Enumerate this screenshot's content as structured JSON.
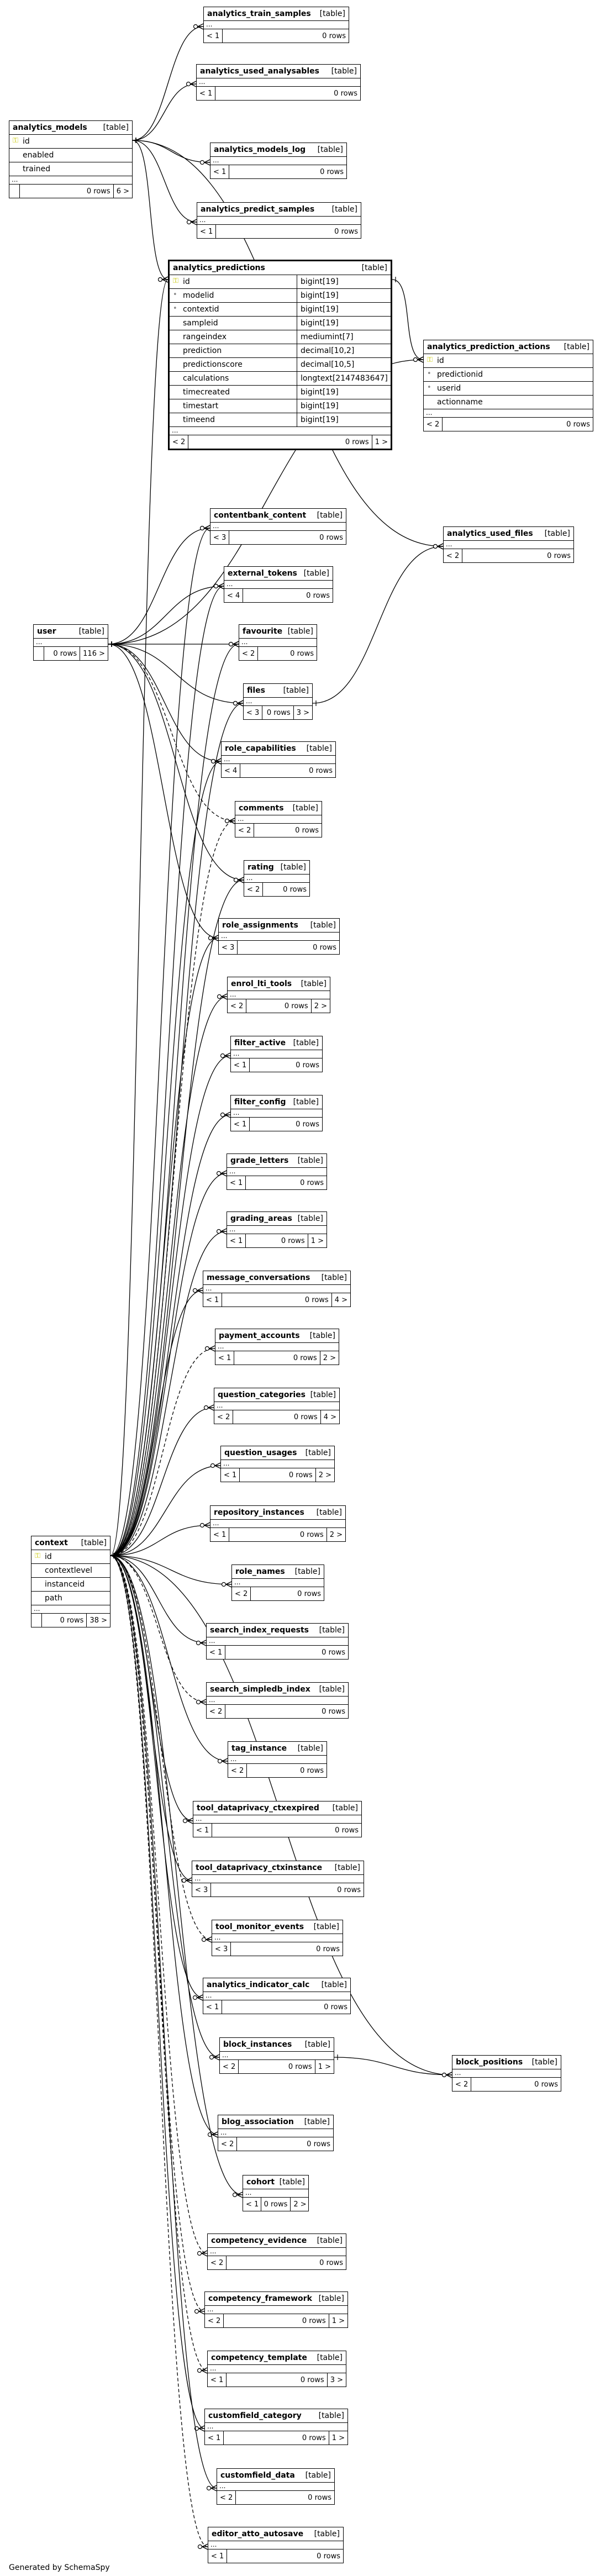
{
  "footer": "Generated by SchemaSpy",
  "tables": [
    {
      "id": "analytics_train_samples",
      "name": "analytics_train_samples",
      "tag": "[table]",
      "rows_label": "0 rows",
      "parents": "< 1",
      "children": ""
    },
    {
      "id": "analytics_used_analysables",
      "name": "analytics_used_analysables",
      "tag": "[table]",
      "rows_label": "0 rows",
      "parents": "< 1",
      "children": ""
    },
    {
      "id": "analytics_models",
      "name": "analytics_models",
      "tag": "[table]",
      "rows_label": "0 rows",
      "parents": "",
      "children": "6 >",
      "columns": [
        {
          "name": "id",
          "key": "pk"
        },
        {
          "name": "enabled"
        },
        {
          "name": "trained"
        }
      ]
    },
    {
      "id": "analytics_models_log",
      "name": "analytics_models_log",
      "tag": "[table]",
      "rows_label": "0 rows",
      "parents": "< 1",
      "children": ""
    },
    {
      "id": "analytics_predict_samples",
      "name": "analytics_predict_samples",
      "tag": "[table]",
      "rows_label": "0 rows",
      "parents": "< 1",
      "children": ""
    },
    {
      "id": "analytics_predictions",
      "name": "analytics_predictions",
      "tag": "[table]",
      "rows_label": "0 rows",
      "parents": "< 2",
      "children": "1 >",
      "focus": true,
      "columns": [
        {
          "name": "id",
          "type": "bigint[19]",
          "key": "pk"
        },
        {
          "name": "modelid",
          "type": "bigint[19]",
          "key": "fk"
        },
        {
          "name": "contextid",
          "type": "bigint[19]",
          "key": "fk"
        },
        {
          "name": "sampleid",
          "type": "bigint[19]"
        },
        {
          "name": "rangeindex",
          "type": "mediumint[7]"
        },
        {
          "name": "prediction",
          "type": "decimal[10,2]"
        },
        {
          "name": "predictionscore",
          "type": "decimal[10,5]"
        },
        {
          "name": "calculations",
          "type": "longtext[2147483647]"
        },
        {
          "name": "timecreated",
          "type": "bigint[19]"
        },
        {
          "name": "timestart",
          "type": "bigint[19]"
        },
        {
          "name": "timeend",
          "type": "bigint[19]"
        }
      ]
    },
    {
      "id": "analytics_prediction_actions",
      "name": "analytics_prediction_actions",
      "tag": "[table]",
      "rows_label": "0 rows",
      "parents": "< 2",
      "children": "",
      "columns": [
        {
          "name": "id",
          "key": "pk"
        },
        {
          "name": "predictionid",
          "key": "fk"
        },
        {
          "name": "userid",
          "key": "fk"
        },
        {
          "name": "actionname"
        }
      ]
    },
    {
      "id": "analytics_used_files",
      "name": "analytics_used_files",
      "tag": "[table]",
      "rows_label": "0 rows",
      "parents": "< 2",
      "children": ""
    },
    {
      "id": "contentbank_content",
      "name": "contentbank_content",
      "tag": "[table]",
      "rows_label": "0 rows",
      "parents": "< 3",
      "children": ""
    },
    {
      "id": "external_tokens",
      "name": "external_tokens",
      "tag": "[table]",
      "rows_label": "0 rows",
      "parents": "< 4",
      "children": ""
    },
    {
      "id": "user",
      "name": "user",
      "tag": "[table]",
      "rows_label": "0 rows",
      "parents": "",
      "children": "116 >"
    },
    {
      "id": "favourite",
      "name": "favourite",
      "tag": "[table]",
      "rows_label": "0 rows",
      "parents": "< 2",
      "children": ""
    },
    {
      "id": "files",
      "name": "files",
      "tag": "[table]",
      "rows_label": "0 rows",
      "parents": "< 3",
      "children": "3 >"
    },
    {
      "id": "role_capabilities",
      "name": "role_capabilities",
      "tag": "[table]",
      "rows_label": "0 rows",
      "parents": "< 4",
      "children": ""
    },
    {
      "id": "comments",
      "name": "comments",
      "tag": "[table]",
      "rows_label": "0 rows",
      "parents": "< 2",
      "children": ""
    },
    {
      "id": "rating",
      "name": "rating",
      "tag": "[table]",
      "rows_label": "0 rows",
      "parents": "< 2",
      "children": ""
    },
    {
      "id": "role_assignments",
      "name": "role_assignments",
      "tag": "[table]",
      "rows_label": "0 rows",
      "parents": "< 3",
      "children": ""
    },
    {
      "id": "enrol_lti_tools",
      "name": "enrol_lti_tools",
      "tag": "[table]",
      "rows_label": "0 rows",
      "parents": "< 2",
      "children": "2 >"
    },
    {
      "id": "filter_active",
      "name": "filter_active",
      "tag": "[table]",
      "rows_label": "0 rows",
      "parents": "< 1",
      "children": ""
    },
    {
      "id": "filter_config",
      "name": "filter_config",
      "tag": "[table]",
      "rows_label": "0 rows",
      "parents": "< 1",
      "children": ""
    },
    {
      "id": "grade_letters",
      "name": "grade_letters",
      "tag": "[table]",
      "rows_label": "0 rows",
      "parents": "< 1",
      "children": ""
    },
    {
      "id": "grading_areas",
      "name": "grading_areas",
      "tag": "[table]",
      "rows_label": "0 rows",
      "parents": "< 1",
      "children": "1 >"
    },
    {
      "id": "message_conversations",
      "name": "message_conversations",
      "tag": "[table]",
      "rows_label": "0 rows",
      "parents": "< 1",
      "children": "4 >"
    },
    {
      "id": "payment_accounts",
      "name": "payment_accounts",
      "tag": "[table]",
      "rows_label": "0 rows",
      "parents": "< 1",
      "children": "2 >"
    },
    {
      "id": "question_categories",
      "name": "question_categories",
      "tag": "[table]",
      "rows_label": "0 rows",
      "parents": "< 2",
      "children": "4 >"
    },
    {
      "id": "question_usages",
      "name": "question_usages",
      "tag": "[table]",
      "rows_label": "0 rows",
      "parents": "< 1",
      "children": "2 >"
    },
    {
      "id": "repository_instances",
      "name": "repository_instances",
      "tag": "[table]",
      "rows_label": "0 rows",
      "parents": "< 1",
      "children": "2 >"
    },
    {
      "id": "role_names",
      "name": "role_names",
      "tag": "[table]",
      "rows_label": "0 rows",
      "parents": "< 2",
      "children": ""
    },
    {
      "id": "context",
      "name": "context",
      "tag": "[table]",
      "rows_label": "0 rows",
      "parents": "",
      "children": "38 >",
      "columns": [
        {
          "name": "id",
          "key": "pk"
        },
        {
          "name": "contextlevel"
        },
        {
          "name": "instanceid"
        },
        {
          "name": "path"
        }
      ]
    },
    {
      "id": "search_index_requests",
      "name": "search_index_requests",
      "tag": "[table]",
      "rows_label": "0 rows",
      "parents": "< 1",
      "children": ""
    },
    {
      "id": "search_simpledb_index",
      "name": "search_simpledb_index",
      "tag": "[table]",
      "rows_label": "0 rows",
      "parents": "< 2",
      "children": ""
    },
    {
      "id": "tag_instance",
      "name": "tag_instance",
      "tag": "[table]",
      "rows_label": "0 rows",
      "parents": "< 2",
      "children": ""
    },
    {
      "id": "tool_dataprivacy_ctxexpired",
      "name": "tool_dataprivacy_ctxexpired",
      "tag": "[table]",
      "rows_label": "0 rows",
      "parents": "< 1",
      "children": ""
    },
    {
      "id": "tool_dataprivacy_ctxinstance",
      "name": "tool_dataprivacy_ctxinstance",
      "tag": "[table]",
      "rows_label": "0 rows",
      "parents": "< 3",
      "children": ""
    },
    {
      "id": "tool_monitor_events",
      "name": "tool_monitor_events",
      "tag": "[table]",
      "rows_label": "0 rows",
      "parents": "< 3",
      "children": ""
    },
    {
      "id": "analytics_indicator_calc",
      "name": "analytics_indicator_calc",
      "tag": "[table]",
      "rows_label": "0 rows",
      "parents": "< 1",
      "children": ""
    },
    {
      "id": "block_instances",
      "name": "block_instances",
      "tag": "[table]",
      "rows_label": "0 rows",
      "parents": "< 2",
      "children": "1 >"
    },
    {
      "id": "block_positions",
      "name": "block_positions",
      "tag": "[table]",
      "rows_label": "0 rows",
      "parents": "< 2",
      "children": ""
    },
    {
      "id": "blog_association",
      "name": "blog_association",
      "tag": "[table]",
      "rows_label": "0 rows",
      "parents": "< 2",
      "children": ""
    },
    {
      "id": "cohort",
      "name": "cohort",
      "tag": "[table]",
      "rows_label": "0 rows",
      "parents": "< 1",
      "children": "2 >"
    },
    {
      "id": "competency_evidence",
      "name": "competency_evidence",
      "tag": "[table]",
      "rows_label": "0 rows",
      "parents": "< 2",
      "children": ""
    },
    {
      "id": "competency_framework",
      "name": "competency_framework",
      "tag": "[table]",
      "rows_label": "0 rows",
      "parents": "< 2",
      "children": "1 >"
    },
    {
      "id": "competency_template",
      "name": "competency_template",
      "tag": "[table]",
      "rows_label": "0 rows",
      "parents": "< 1",
      "children": "3 >"
    },
    {
      "id": "customfield_category",
      "name": "customfield_category",
      "tag": "[table]",
      "rows_label": "0 rows",
      "parents": "< 1",
      "children": "1 >"
    },
    {
      "id": "customfield_data",
      "name": "customfield_data",
      "tag": "[table]",
      "rows_label": "0 rows",
      "parents": "< 2",
      "children": ""
    },
    {
      "id": "editor_atto_autosave",
      "name": "editor_atto_autosave",
      "tag": "[table]",
      "rows_label": "0 rows",
      "parents": "< 1",
      "children": ""
    }
  ],
  "edges": [
    {
      "from": "analytics_models",
      "to": "analytics_train_samples"
    },
    {
      "from": "analytics_models",
      "to": "analytics_used_analysables"
    },
    {
      "from": "analytics_models",
      "to": "analytics_models_log"
    },
    {
      "from": "analytics_models",
      "to": "analytics_predict_samples"
    },
    {
      "from": "analytics_models",
      "to": "analytics_predictions"
    },
    {
      "from": "analytics_models",
      "to": "analytics_used_files"
    },
    {
      "from": "analytics_predictions",
      "to": "analytics_prediction_actions"
    },
    {
      "from": "user",
      "to": "analytics_prediction_actions"
    },
    {
      "from": "files",
      "to": "analytics_used_files"
    },
    {
      "from": "user",
      "to": "contentbank_content"
    },
    {
      "from": "user",
      "to": "external_tokens"
    },
    {
      "from": "user",
      "to": "favourite"
    },
    {
      "from": "user",
      "to": "files"
    },
    {
      "from": "user",
      "to": "role_capabilities"
    },
    {
      "from": "user",
      "to": "comments",
      "dashed": true
    },
    {
      "from": "user",
      "to": "rating"
    },
    {
      "from": "user",
      "to": "role_assignments"
    },
    {
      "from": "context",
      "to": "analytics_predictions"
    },
    {
      "from": "context",
      "to": "contentbank_content"
    },
    {
      "from": "context",
      "to": "external_tokens"
    },
    {
      "from": "context",
      "to": "favourite"
    },
    {
      "from": "context",
      "to": "files"
    },
    {
      "from": "context",
      "to": "role_capabilities"
    },
    {
      "from": "context",
      "to": "comments",
      "dashed": true
    },
    {
      "from": "context",
      "to": "rating"
    },
    {
      "from": "context",
      "to": "role_assignments"
    },
    {
      "from": "context",
      "to": "enrol_lti_tools"
    },
    {
      "from": "context",
      "to": "filter_active"
    },
    {
      "from": "context",
      "to": "filter_config"
    },
    {
      "from": "context",
      "to": "grade_letters"
    },
    {
      "from": "context",
      "to": "grading_areas"
    },
    {
      "from": "context",
      "to": "message_conversations"
    },
    {
      "from": "context",
      "to": "payment_accounts",
      "dashed": true
    },
    {
      "from": "context",
      "to": "question_categories"
    },
    {
      "from": "context",
      "to": "question_usages"
    },
    {
      "from": "context",
      "to": "repository_instances"
    },
    {
      "from": "context",
      "to": "role_names"
    },
    {
      "from": "context",
      "to": "search_index_requests"
    },
    {
      "from": "context",
      "to": "search_simpledb_index",
      "dashed": true
    },
    {
      "from": "context",
      "to": "tag_instance"
    },
    {
      "from": "context",
      "to": "tool_dataprivacy_ctxexpired"
    },
    {
      "from": "context",
      "to": "tool_dataprivacy_ctxinstance"
    },
    {
      "from": "context",
      "to": "tool_monitor_events",
      "dashed": true
    },
    {
      "from": "context",
      "to": "analytics_indicator_calc"
    },
    {
      "from": "context",
      "to": "block_instances"
    },
    {
      "from": "context",
      "to": "block_positions"
    },
    {
      "from": "block_instances",
      "to": "block_positions"
    },
    {
      "from": "context",
      "to": "blog_association"
    },
    {
      "from": "context",
      "to": "cohort"
    },
    {
      "from": "context",
      "to": "competency_evidence",
      "dashed": true
    },
    {
      "from": "context",
      "to": "competency_framework",
      "dashed": true
    },
    {
      "from": "context",
      "to": "competency_template",
      "dashed": true
    },
    {
      "from": "context",
      "to": "customfield_category"
    },
    {
      "from": "context",
      "to": "customfield_data"
    },
    {
      "from": "context",
      "to": "editor_atto_autosave",
      "dashed": true
    }
  ]
}
